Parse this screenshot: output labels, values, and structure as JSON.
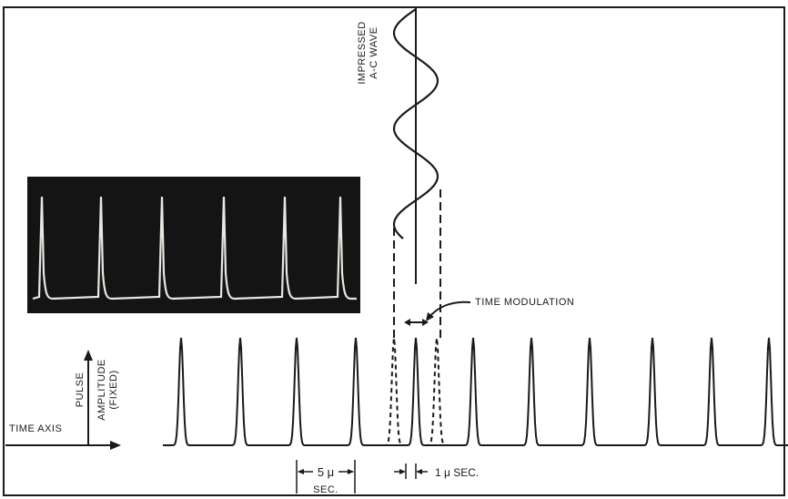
{
  "labels": {
    "wave_line1": "IMPRESSED",
    "wave_line2": "A-C WAVE",
    "time_modulation": "TIME MODULATION",
    "pulse": "PULSE",
    "amplitude": "AMPLITUDE",
    "fixed": "(FIXED)",
    "time_axis": "TIME AXIS",
    "five_mu": "5 μ",
    "sec": "SEC.",
    "one_mu_sec": "1 μ SEC."
  },
  "colors": {
    "ink": "#1a1a1a",
    "scope_bg": "#141414",
    "scope_trace": "#e8e8e2",
    "paper": "#ffffff"
  }
}
